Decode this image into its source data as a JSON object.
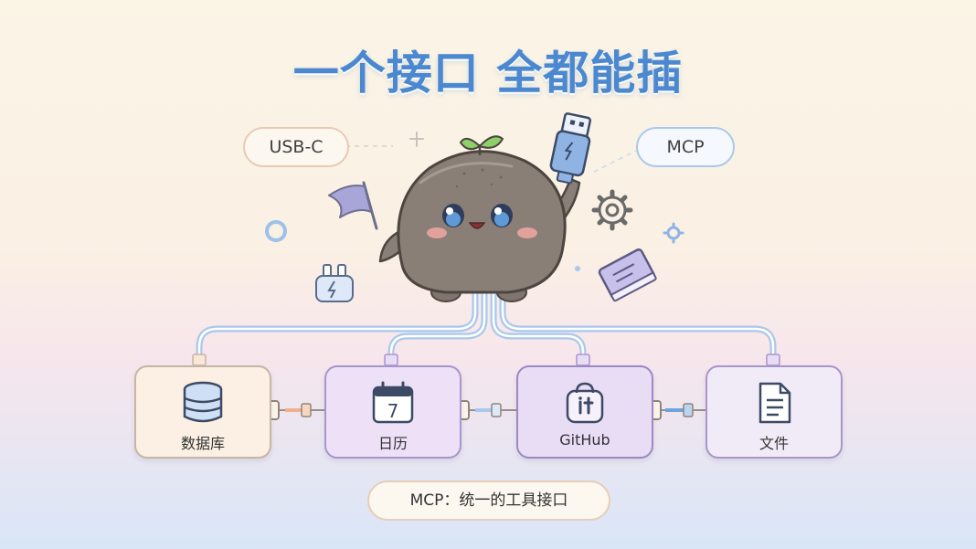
{
  "title": "一个接口 全都能插",
  "labels": {
    "usb_c": "USB-C",
    "mcp": "MCP",
    "bottom_caption": "MCP：统一的工具接口"
  },
  "tools": [
    {
      "label": "数据库",
      "icon": "database-icon"
    },
    {
      "label": "日历",
      "icon": "calendar-icon",
      "day": "7"
    },
    {
      "label": "GitHub",
      "icon": "github-icon"
    },
    {
      "label": "文件",
      "icon": "document-icon"
    }
  ],
  "mascot": {
    "icon": "mascot-sprout-blob"
  },
  "decorations": [
    "flag-icon",
    "plug-icon",
    "gear-icon",
    "book-icon",
    "usb-plug-icon",
    "ring-icon",
    "sparkle-icon"
  ],
  "colors": {
    "title": "#4b88cf",
    "cable": "#a9c8ec",
    "mascot_body": "#8a7f77",
    "sprout": "#8fcf6a"
  }
}
